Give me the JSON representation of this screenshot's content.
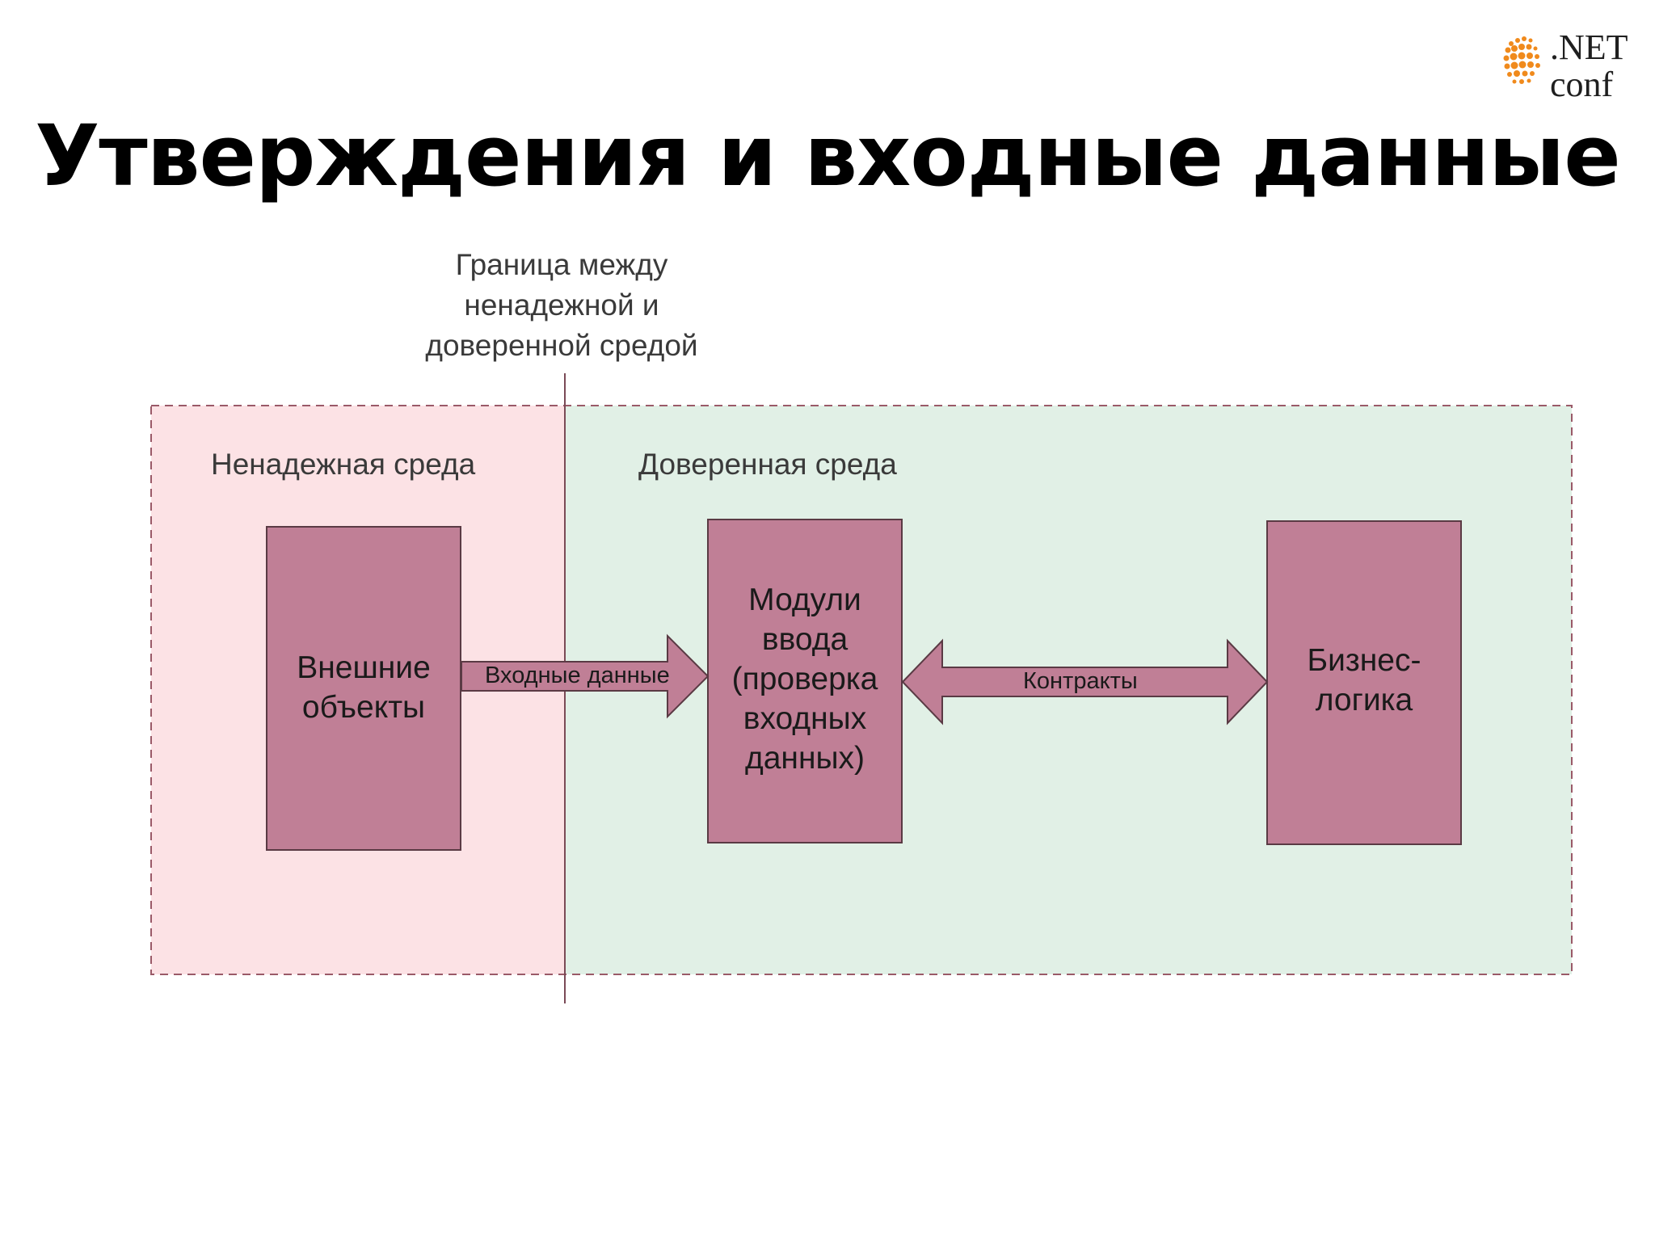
{
  "logo": {
    "line1": ".NET",
    "line2": "conf",
    "dot_color": "#f08a1c"
  },
  "title": "Утверждения и входные данные",
  "boundary_label": "Граница между\nненадежной и\nдоверенной средой",
  "zones": {
    "untrusted": {
      "label": "Ненадежная среда",
      "color": "#fce2e5"
    },
    "trusted": {
      "label": "Доверенная среда",
      "color": "#e1f0e6"
    }
  },
  "boxes": {
    "external": "Внешние\nобъекты",
    "input_modules": "Модули\nввода\n(проверка\nвходных\nданных)",
    "business_logic": "Бизнес-\nлогика",
    "fill_color": "#c07f96",
    "border_color": "#5a3a44"
  },
  "arrows": {
    "input_data": "Входные данные",
    "contracts": "Контракты"
  }
}
